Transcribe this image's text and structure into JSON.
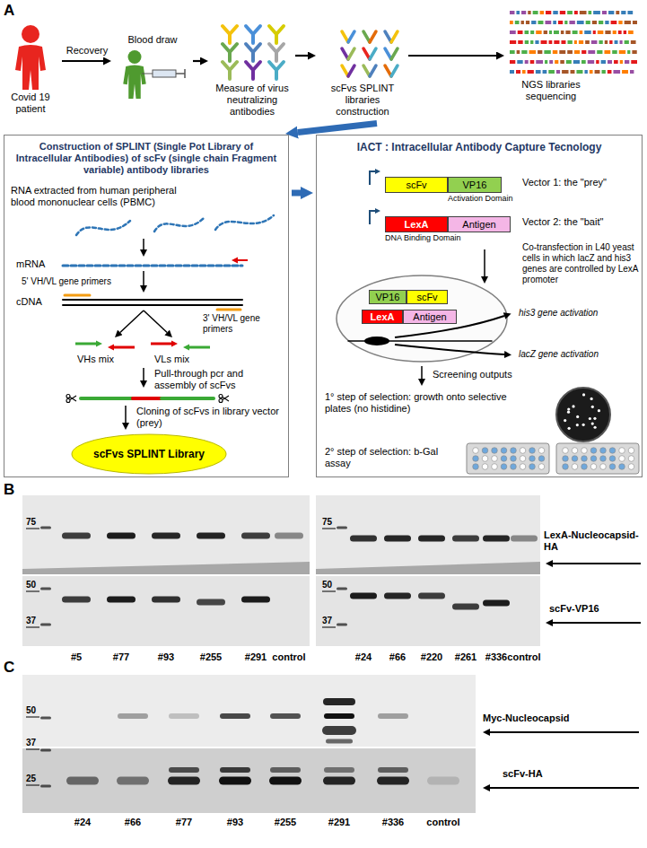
{
  "diagram": {
    "nodes": [
      {
        "text": [
          "Covid 19 patient"
        ]
      },
      {
        "text": [
          "Blood draw"
        ]
      },
      {
        "text": [
          "Measure of virus neutralizing antibodies"
        ]
      },
      {
        "text": [
          "scFvs SPLINT libraries construction"
        ]
      },
      {
        "text": [
          "NGS libraries sequencing"
        ]
      },
      {
        "text": [
          "Construction of SPLINT (Single Pot Library of Intracellular Antibodies) of scFv (single chain Fragment variable) antibody libraries"
        ]
      },
      {
        "text": [
          "scFvs SPLINT Library"
        ],
        "in": 5
      },
      {
        "text": [
          "IACT : Intracellular Antibody Capture Tecnology"
        ]
      },
      {
        "text": [
          "scFv"
        ],
        "in": 7
      },
      {
        "text": [
          "VP16",
          "Activation Domain"
        ],
        "in": 7
      },
      {
        "text": [
          "LexA",
          "DNA Binding Domain"
        ],
        "in": 7
      },
      {
        "text": [
          "Antigen"
        ],
        "in": 7
      },
      {
        "text": [
          "VP16"
        ],
        "in": 7
      },
      {
        "text": [
          "scFv"
        ],
        "in": 7
      },
      {
        "text": [
          "LexA"
        ],
        "in": 7
      },
      {
        "text": [
          "Antigen"
        ],
        "in": 7
      }
    ],
    "edges": [
      {
        "from": 0,
        "to": 1,
        "arrow": "to",
        "label": "Recovery"
      },
      {
        "from": 1,
        "to": 2,
        "arrow": "to"
      },
      {
        "from": 2,
        "to": 3,
        "arrow": "to"
      },
      {
        "from": 3,
        "to": 4,
        "arrow": "to"
      },
      {
        "from": 3,
        "to": 5,
        "arrow": "to"
      },
      {
        "from": 5,
        "to": 7,
        "arrow": "to"
      }
    ],
    "labels": [
      "A",
      "RNA extracted from human peripheral blood mononuclear cells (PBMC)",
      "mRNA",
      "5' VH/VL gene primers",
      "cDNA",
      "3' VH/VL gene primers",
      "VHs mix",
      "VLs mix",
      "Pull-through pcr and assembly of scFvs",
      "Cloning of scFvs in library vector (prey)",
      "Vector 1: the \"prey\"",
      "Vector 2: the \"bait\"",
      "Co-transfection in L40 yeast cells in which lacZ and his3 genes are controlled by LexA promoter",
      "his3 gene activation",
      "lacZ gene activation",
      "Screening outputs",
      "1° step of selection: growth onto selective plates (no histidine)",
      "2° step of selection: b-Gal assay",
      "B",
      "75",
      "75",
      "LexA-Nucleocapsid-HA",
      "50",
      "50",
      "37",
      "37",
      "scFv-VP16",
      "#5",
      "#77",
      "#93",
      "#255",
      "#291",
      "control",
      "#24",
      "#66",
      "#220",
      "#261",
      "#336",
      "control",
      "C",
      "50",
      "Myc-Nucleocapsid",
      "37",
      "25",
      "scFv-HA",
      "#24",
      "#66",
      "#77",
      "#93",
      "#255",
      "#291",
      "#336",
      "control"
    ]
  }
}
